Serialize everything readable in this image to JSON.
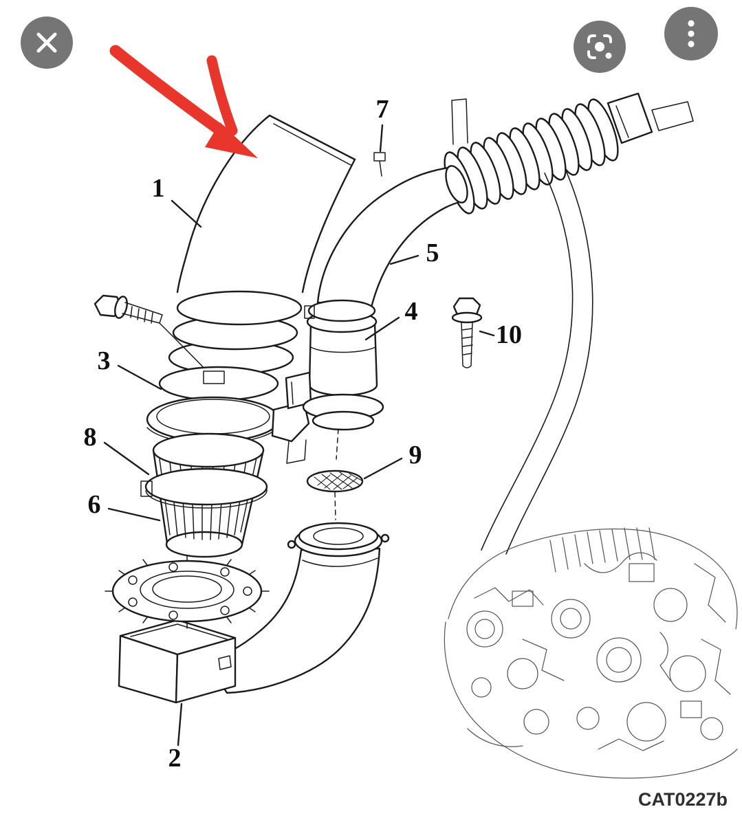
{
  "toolbar": {
    "close": {
      "icon": "close-icon"
    },
    "lens": {
      "icon": "google-lens-icon"
    },
    "more": {
      "icon": "more-vert-icon"
    }
  },
  "diagram": {
    "part_labels": [
      "1",
      "2",
      "3",
      "4",
      "5",
      "6",
      "7",
      "8",
      "9",
      "10"
    ],
    "code": "CAT0227b"
  },
  "annotation": {
    "shape": "hand-drawn-arrow",
    "color": "#e8362c"
  },
  "colors": {
    "background": "#ffffff",
    "button_background": "#757575",
    "button_icon": "#ffffff",
    "line_art": "#1b1b1b"
  }
}
